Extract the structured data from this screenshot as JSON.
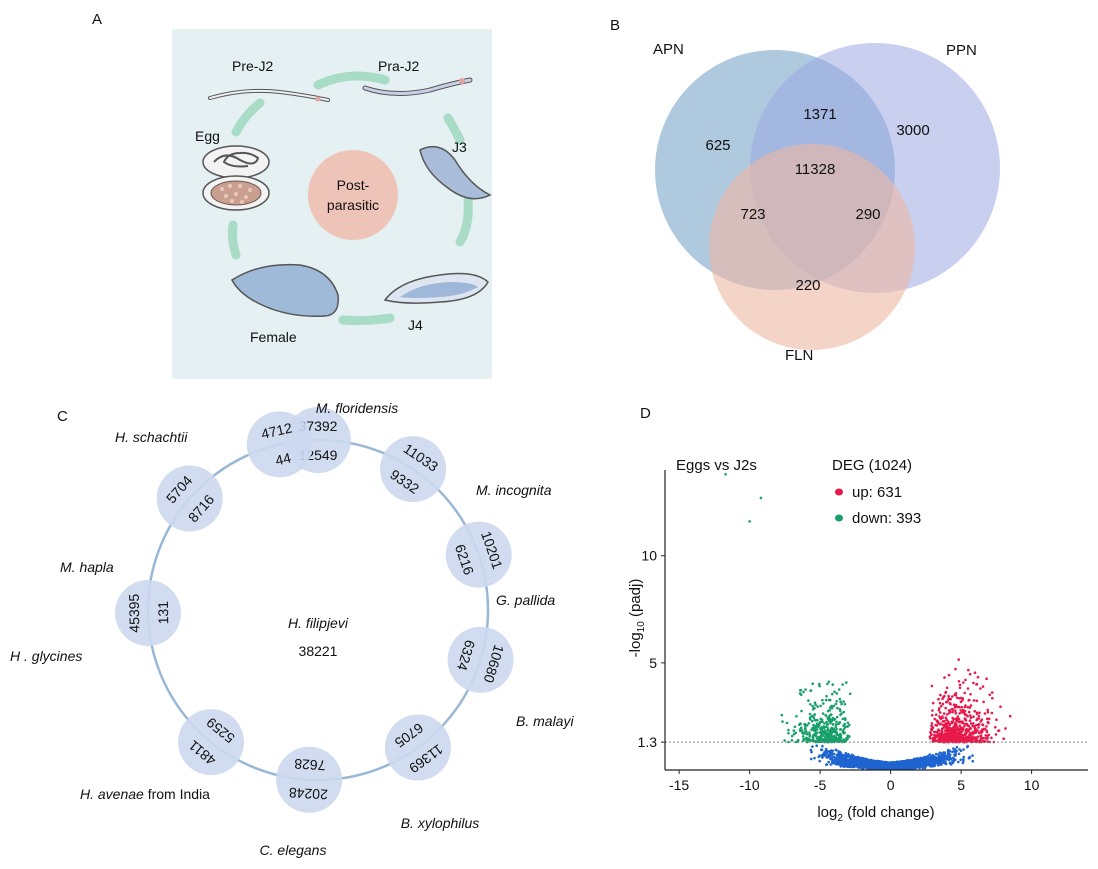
{
  "panels": {
    "A": {
      "label": "A",
      "center_label": [
        "Post-",
        "parasitic"
      ],
      "stages": [
        "Pre-J2",
        "Pra-J2",
        "J3",
        "J4",
        "Female",
        "Egg"
      ]
    },
    "B": {
      "label": "B",
      "sets": [
        "APN",
        "PPN",
        "FLN"
      ],
      "regions": {
        "apn_only": "625",
        "apn_ppn": "1371",
        "ppn_only": "3000",
        "all": "11328",
        "apn_fln": "723",
        "ppn_fln": "290",
        "fln_only": "220"
      }
    },
    "C": {
      "label": "C",
      "center_species": "H. filipjevi",
      "center_value": "38221",
      "species": [
        {
          "name": "M. floridensis",
          "outer": "37392",
          "inner": "12549"
        },
        {
          "name": "M. incognita",
          "outer": "11033",
          "inner": "9332"
        },
        {
          "name": "G. pallida",
          "outer": "10201",
          "inner": "6216"
        },
        {
          "name": "B. malayi",
          "outer": "10680",
          "inner": "6324"
        },
        {
          "name": "B. xylophilus",
          "outer": "11369",
          "inner": "6705"
        },
        {
          "name": "C. elegans",
          "outer": "20248",
          "inner": "7628"
        },
        {
          "name": "H. avenae",
          "name_suffix": " from India",
          "outer": "4811",
          "inner": "5259"
        },
        {
          "name": "H . glycines",
          "outer": "45395",
          "inner": "131"
        },
        {
          "name": "M. hapla",
          "outer": "5704",
          "inner": "8716"
        },
        {
          "name": "H. schachtii",
          "outer": "4712",
          "inner": "44"
        }
      ]
    },
    "D": {
      "label": "D",
      "legend_title": "DEG (1024)",
      "legend_up": "up: 631",
      "legend_down": "down: 393",
      "comparison": "Eggs vs J2s",
      "colors": {
        "up": "#e8194a",
        "down": "#17a06a",
        "ns": "#1f64d0"
      }
    }
  },
  "chart_data": {
    "type": "scatter",
    "title": "Eggs vs J2s",
    "xlabel": "log2 (fold change)",
    "ylabel": "-log10 (padj)",
    "x_ticks": [
      "-15",
      "-10",
      "-5",
      "0",
      "5",
      "10"
    ],
    "y_ticks": [
      "1.3",
      "5",
      "10"
    ],
    "xlim": [
      -16,
      14
    ],
    "ylim": [
      0,
      14
    ],
    "threshold": 1.3,
    "series": [
      {
        "name": "up",
        "count": 631
      },
      {
        "name": "down",
        "count": 393
      }
    ]
  }
}
